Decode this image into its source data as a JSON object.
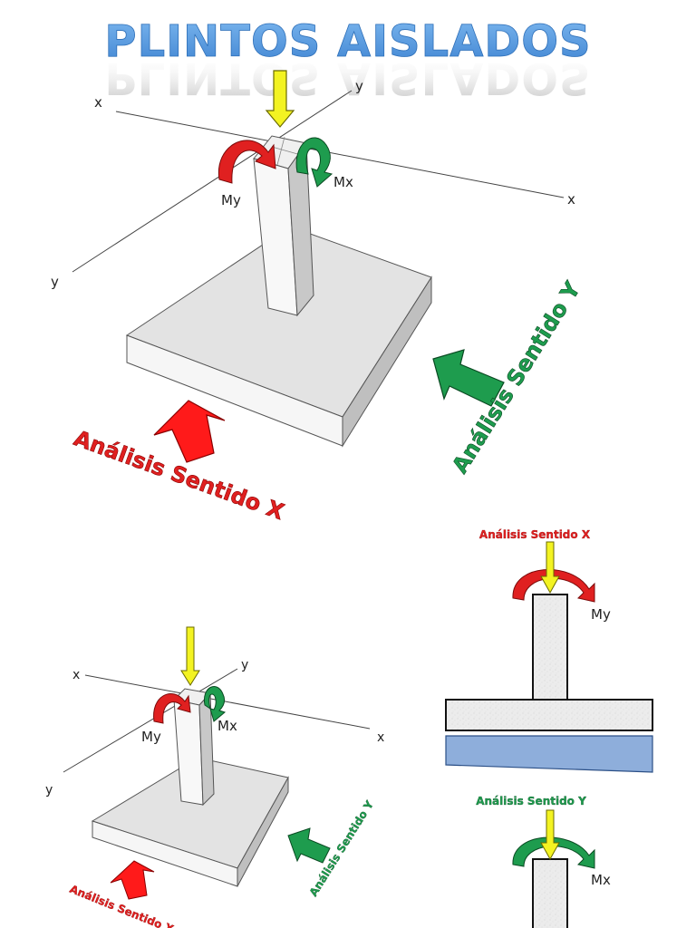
{
  "title": "PLINTOS AISLADOS",
  "diagram_top": {
    "axis_x_label": "x",
    "axis_y_label": "y",
    "moment_y_label": "My",
    "moment_x_label": "Mx",
    "analysis_x_label": "Análisis Sentido X",
    "analysis_y_label": "Análisis Sentido Y"
  },
  "diagram_bottom_left": {
    "axis_x_label": "x",
    "axis_y_label": "y",
    "moment_y_label": "My",
    "moment_x_label": "Mx",
    "analysis_x_label": "Análisis Sentido X",
    "analysis_y_label": "Análisis Sentido Y"
  },
  "section_x": {
    "heading": "Análisis Sentido X",
    "moment_label": "My"
  },
  "section_y": {
    "heading": "Análisis Sentido Y",
    "moment_label": "Mx"
  },
  "colors": {
    "title_blue": "#4a90d9",
    "red": "#e02020",
    "green": "#1e9c4e",
    "yellow": "#f3f322",
    "concrete": "#e8e8e8",
    "soil_blue": "#8eaedb"
  }
}
